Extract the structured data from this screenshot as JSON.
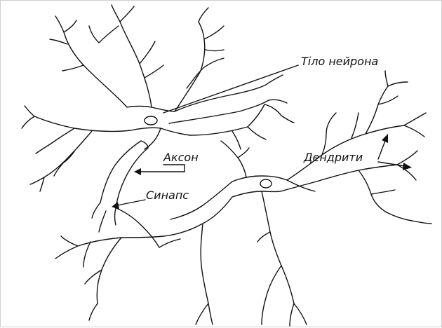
{
  "labels": {
    "cell_body": "Тіло нейрона",
    "axon": "Аксон",
    "synapse": "Синапс",
    "dendrites": "Дендрити"
  },
  "colors": {
    "ink": "#111111",
    "background": "#ffffff"
  }
}
